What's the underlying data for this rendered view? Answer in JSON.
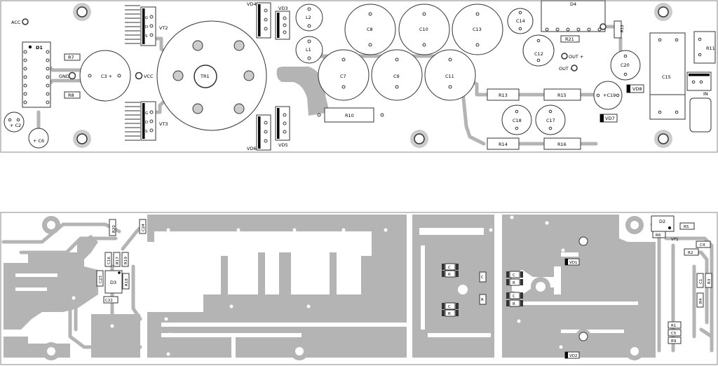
{
  "top_board": {
    "labels": {
      "acc": "ACC",
      "d1": "D1",
      "r7": "R7",
      "r8": "R8",
      "gnd": "GND",
      "c3": "C3 +",
      "vcc": "VCC",
      "c2": "+ C2",
      "c6": "+ C6",
      "vt2": "VT2",
      "vt3": "VT3",
      "tr1": "TR1",
      "vd4": "VD4",
      "vd3": "VD3",
      "vd6": "VD6",
      "vd5": "VD5",
      "l2": "L2",
      "l1": "L1",
      "c8": "C8",
      "c10": "C10",
      "c13": "C13",
      "c14": "C14",
      "d4": "D4",
      "r21": "R21",
      "c12": "C12",
      "out_p": "OUT +",
      "out_m": "OUT -",
      "r12": "R12",
      "c20": "C20",
      "c15": "C15",
      "r11": "R11",
      "in": "IN",
      "c7": "C7",
      "c9": "C9",
      "c11": "C11",
      "r10": "R10",
      "r13": "R13",
      "r15": "R15",
      "c19": "+C19",
      "vd8": "VD8",
      "c18": "C18",
      "c17": "C17",
      "vd7": "VD7",
      "r14": "R14",
      "r16": "R16"
    },
    "pins": {
      "g": "G",
      "d": "D",
      "s": "S"
    }
  },
  "bottom_board": {
    "labels": {
      "r20": "R20",
      "c24": "C24",
      "c16": "C16",
      "r17": "R17",
      "r19": "R19",
      "c23": "C23",
      "d3": "D3",
      "r18": "R18",
      "c22": "C22",
      "c": "C",
      "r": "R",
      "vd1": "VD1",
      "vd2": "VD2",
      "d2": "D2",
      "r5": "R5",
      "r6": "R6",
      "vt1": "VT1",
      "c4": "C4",
      "r2": "R2",
      "c1": "C1",
      "r3": "R3",
      "r4": "R4",
      "r1": "R1",
      "c5": "C5",
      "r9": "R9"
    }
  }
}
